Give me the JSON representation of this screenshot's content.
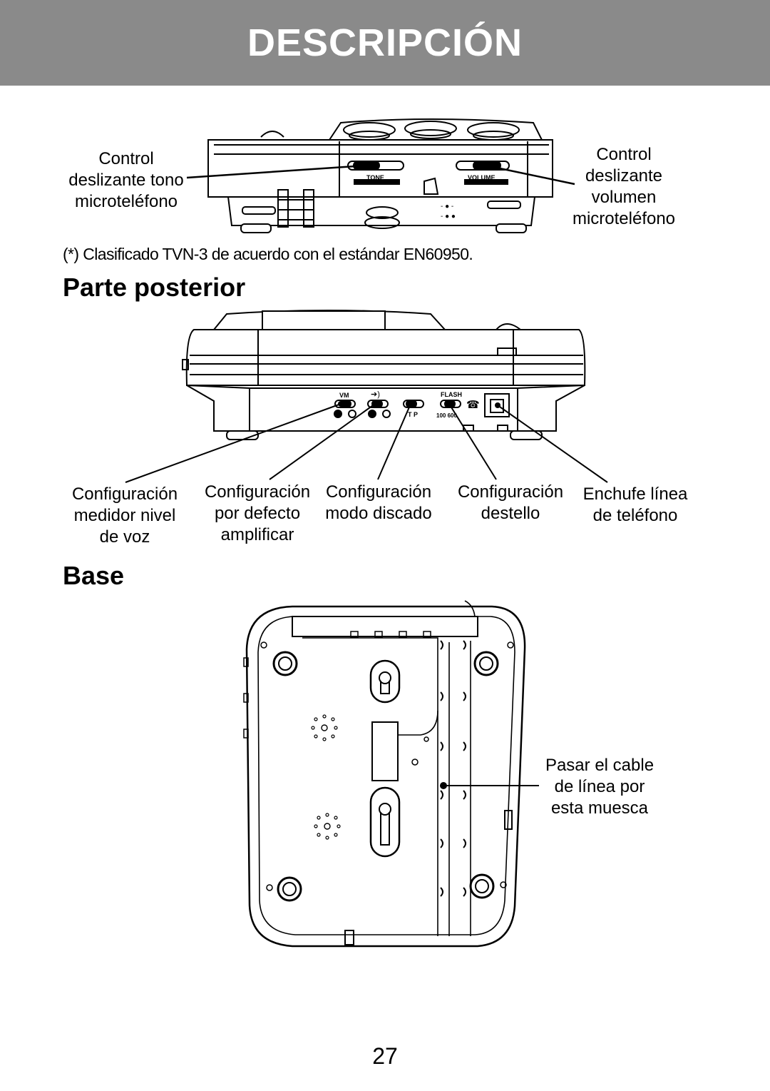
{
  "header": {
    "title": "DESCRIPCIÓN"
  },
  "top_view": {
    "label_left": "Control\ndeslizante tono\nmicroteléfono",
    "label_right": "Control\ndeslizante\nvolumen\nmicroteléfono",
    "slider_tone": "TONE",
    "slider_volume": "VOLUME"
  },
  "note": "(*) Clasificado TVN-3 de acuerdo con el estándar EN60950.",
  "rear": {
    "title": "Parte posterior",
    "switch_vm": "VM",
    "switch_flash": "FLASH",
    "flash_values": "100  600",
    "dial_values": "T  P",
    "labels": [
      "Configuración\nmedidor nivel\nde voz",
      "Configuración\npor defecto\namplificar",
      "Configuración\nmodo discado",
      "Configuración\ndestello",
      "Enchufe línea\nde teléfono"
    ]
  },
  "base": {
    "title": "Base",
    "label": "Pasar el cable\nde línea por\nesta muesca"
  },
  "page_number": "27"
}
